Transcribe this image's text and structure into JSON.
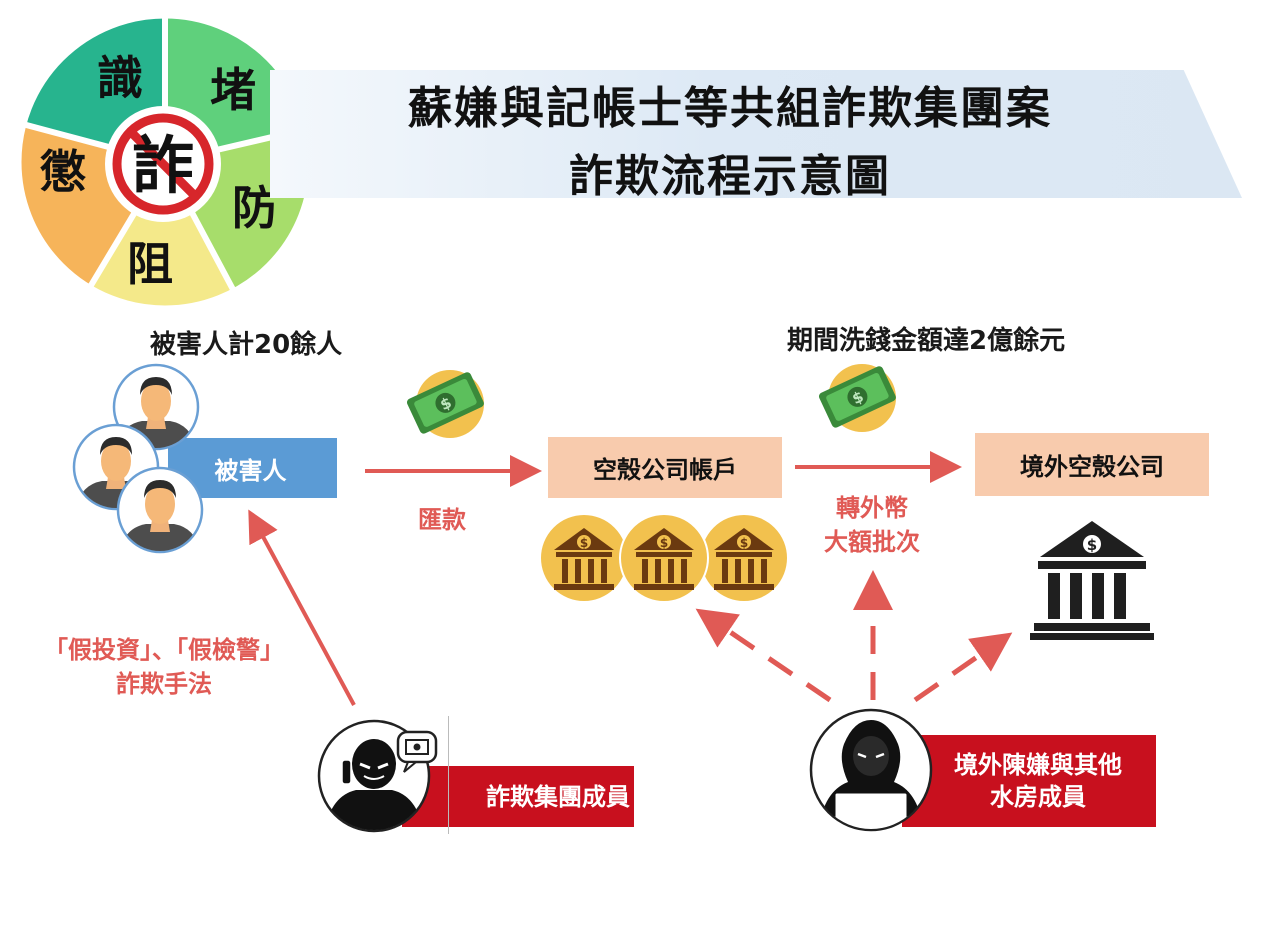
{
  "logo": {
    "segments": [
      {
        "label": "識",
        "color": "#27b48e"
      },
      {
        "label": "堵",
        "color": "#5fd07c"
      },
      {
        "label": "防",
        "color": "#a7dd6b"
      },
      {
        "label": "阻",
        "color": "#f4e98a"
      },
      {
        "label": "懲",
        "color": "#f6b45a"
      }
    ],
    "center_glyph": "詐"
  },
  "title": {
    "line1": "蘇嫌與記帳士等共組詐欺集團案",
    "line2": "詐欺流程示意圖"
  },
  "victims": {
    "caption": "被害人計20餘人",
    "box_label": "被害人",
    "box_color": "#5b9bd5"
  },
  "shell_account": {
    "label": "空殼公司帳戶",
    "box_color": "#f8cbad"
  },
  "overseas_company": {
    "label": "境外空殼公司",
    "box_color": "#f8cbad"
  },
  "laundering_caption": "期間洗錢金額達2億餘元",
  "edges": {
    "remit": "匯款",
    "convert_line1": "轉外幣",
    "convert_line2": "大額批次",
    "method_line1": "「假投資」、「假檢警」",
    "method_line2": "詐欺手法"
  },
  "fraud_members": {
    "label": "詐欺集團成員"
  },
  "overseas_members": {
    "line1": "境外陳嫌與其他",
    "line2": "水房成員"
  },
  "colors": {
    "arrow_red": "#e05a55",
    "label_red": "#c8101e",
    "bank_gold": "#f2c14e",
    "bank_brown": "#6b3a10"
  }
}
